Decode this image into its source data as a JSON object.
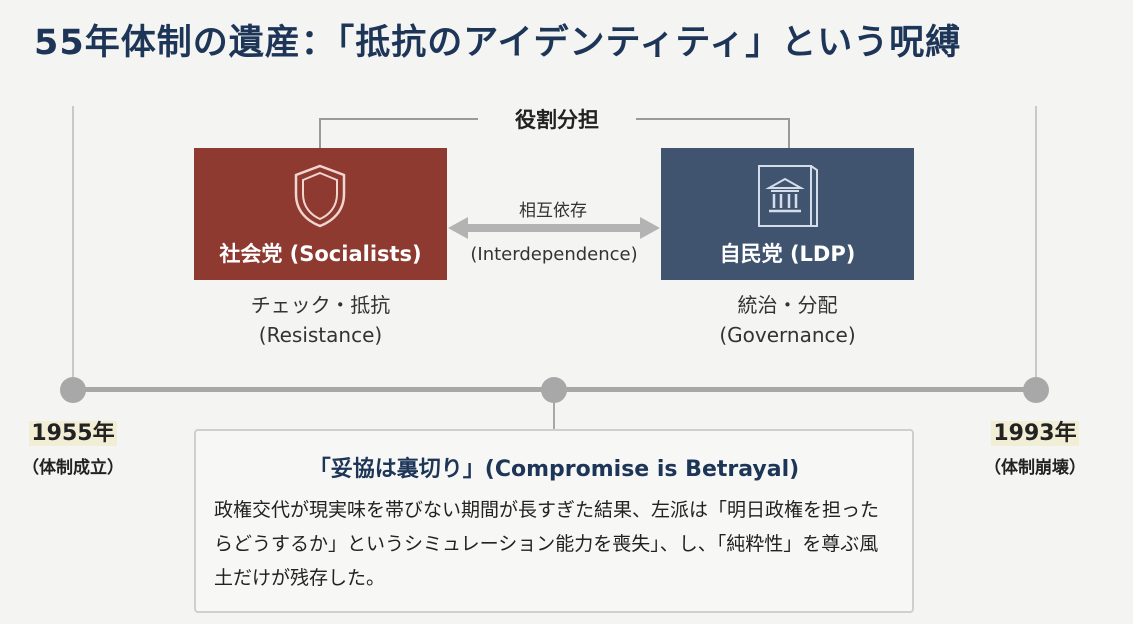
{
  "title": "55年体制の遺産：「抵抗のアイデンティティ」という呪縛",
  "roles_label": "役割分担",
  "socialist": {
    "label": "社会党 (Socialists)",
    "role_ja": "チェック・抵抗",
    "role_en": "(Resistance)",
    "icon": "shield-icon",
    "color": "#8e3a31"
  },
  "ldp": {
    "label": "自民党 (LDP)",
    "role_ja": "統治・分配",
    "role_en": "(Governance)",
    "icon": "government-building-icon",
    "color": "#405470"
  },
  "relationship": {
    "label_ja": "相互依存",
    "label_en": "(Interdependence)",
    "icon": "double-arrow-icon"
  },
  "timeline": {
    "start": {
      "year": "1955年",
      "event": "（体制成立）"
    },
    "end": {
      "year": "1993年",
      "event": "（体制崩壊）"
    }
  },
  "callout": {
    "title": "「妥協は裏切り」(Compromise is Betrayal)",
    "body": "政権交代が現実味を帯びない期間が長すぎた結果、左派は「明日政権を担ったらどうするか」というシミュレーション能力を喪失」、し、「純粋性」を尊ぶ風土だけが残存した。"
  }
}
